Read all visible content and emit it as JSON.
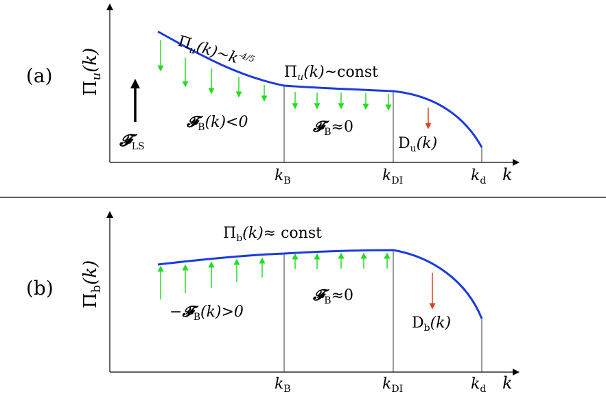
{
  "panel_a": {
    "label": "(a)",
    "y_axis_label": "Π",
    "y_axis_sub": "u",
    "y_axis_arg": "(k)",
    "x_axis_label": "k",
    "flux_left": "Π",
    "flux_left_sub": "u",
    "flux_left_arg": "(k)",
    "flux_left_scaling": "~k",
    "flux_left_exp": "-4/5",
    "flux_mid": "Π",
    "flux_mid_sub": "u",
    "flux_mid_arg": "(k)",
    "flux_mid_rest": "~const",
    "forcing_symbol": "𝓕",
    "forcing_sub": "LS",
    "region1_symbol": "𝓕",
    "region1_sub": "B",
    "region1_rest": "(k)<0",
    "region2_symbol": "𝓕",
    "region2_sub": "B",
    "region2_rest": "≈0",
    "dissipation": "D",
    "dissipation_sub": "u",
    "dissipation_arg": "(k)",
    "tick_kB": "k",
    "tick_kB_sub": "B",
    "tick_kDI": "k",
    "tick_kDI_sub": "DI",
    "tick_kd": "k",
    "tick_kd_sub": "d"
  },
  "panel_b": {
    "label": "(b)",
    "y_axis_label": "Π",
    "y_axis_sub": "b",
    "y_axis_arg": "(k)",
    "x_axis_label": "k",
    "flux_top": "Π",
    "flux_top_sub": "b",
    "flux_top_arg": "(k)",
    "flux_top_rest": "≈ const",
    "region1_prefix": "−",
    "region1_symbol": "𝓕",
    "region1_sub": "B",
    "region1_rest": "(k)>0",
    "region2_symbol": "𝓕",
    "region2_sub": "B",
    "region2_rest": "≈0",
    "dissipation": "D",
    "dissipation_sub": "b",
    "dissipation_arg": "(k)",
    "tick_kB": "k",
    "tick_kB_sub": "B",
    "tick_kDI": "k",
    "tick_kDI_sub": "DI",
    "tick_kd": "k",
    "tick_kd_sub": "d"
  },
  "colors": {
    "curve": "#1a3adf",
    "transfer_arrow": "#22dd22",
    "dissipation_arrow": "#e0401a",
    "forcing_arrow": "#000000"
  }
}
